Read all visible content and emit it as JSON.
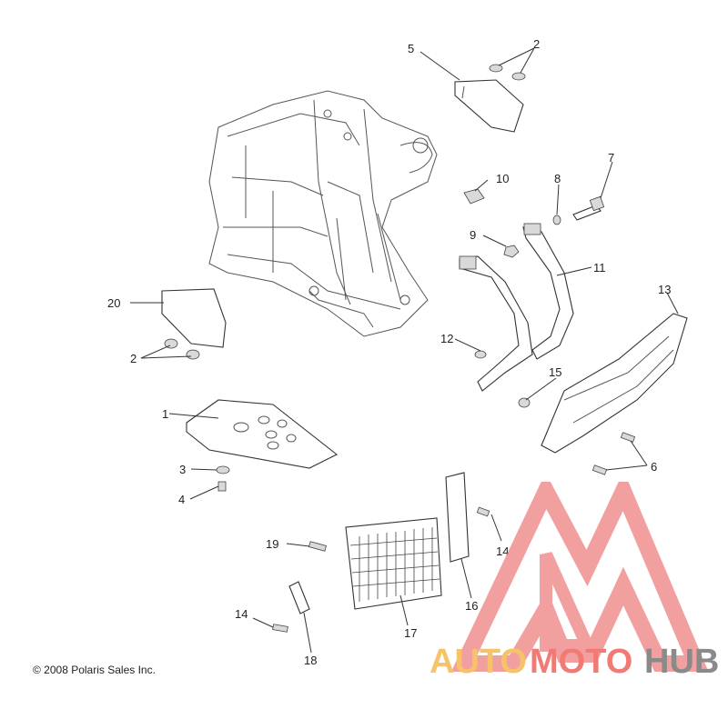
{
  "callouts": [
    {
      "id": "c1",
      "label": "1"
    },
    {
      "id": "c2a",
      "label": "2"
    },
    {
      "id": "c2b",
      "label": "2"
    },
    {
      "id": "c3",
      "label": "3"
    },
    {
      "id": "c4",
      "label": "4"
    },
    {
      "id": "c5",
      "label": "5"
    },
    {
      "id": "c6",
      "label": "6"
    },
    {
      "id": "c7",
      "label": "7"
    },
    {
      "id": "c8",
      "label": "8"
    },
    {
      "id": "c9",
      "label": "9"
    },
    {
      "id": "c10",
      "label": "10"
    },
    {
      "id": "c11",
      "label": "11"
    },
    {
      "id": "c12",
      "label": "12"
    },
    {
      "id": "c13",
      "label": "13"
    },
    {
      "id": "c14a",
      "label": "14"
    },
    {
      "id": "c14b",
      "label": "14"
    },
    {
      "id": "c15",
      "label": "15"
    },
    {
      "id": "c16",
      "label": "16"
    },
    {
      "id": "c17",
      "label": "17"
    },
    {
      "id": "c18",
      "label": "18"
    },
    {
      "id": "c19",
      "label": "19"
    },
    {
      "id": "c20",
      "label": "20"
    }
  ],
  "copyright": "© 2008 Polaris Sales Inc.",
  "watermark": {
    "logo": "AUTOMOTOHUB",
    "word_auto": "AUTO",
    "word_moto": "MOTO",
    "word_hub": "HUB",
    "colors": {
      "auto": "#f6c36a",
      "moto": "#f27a74",
      "hub": "#8a8a8a",
      "triangle": "#f08f8f"
    }
  }
}
